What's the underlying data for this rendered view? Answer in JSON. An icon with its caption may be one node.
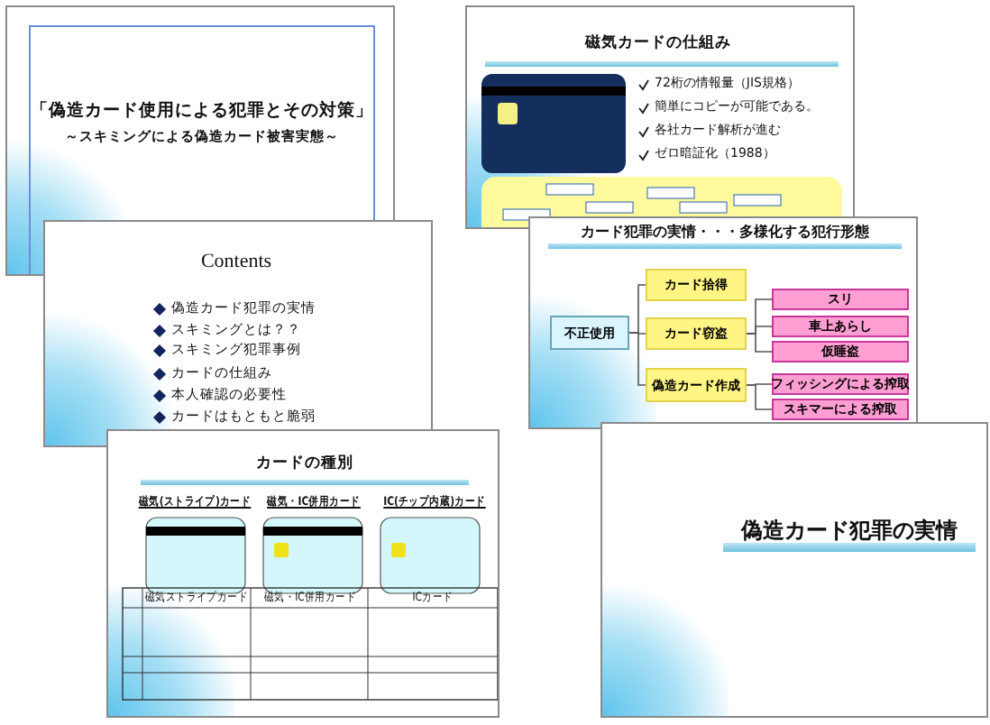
{
  "diagram": {
    "nodes": [
      {
        "text": [
          "不正使用"
        ]
      },
      {
        "text": [
          "カード拾得"
        ]
      },
      {
        "text": [
          "カード窃盗"
        ]
      },
      {
        "text": [
          "偽造カード作成"
        ]
      },
      {
        "text": [
          "スリ"
        ]
      },
      {
        "text": [
          "車上あらし"
        ]
      },
      {
        "text": [
          "仮睡盗"
        ]
      },
      {
        "text": [
          "フィッシングによる搾取"
        ]
      },
      {
        "text": [
          "スキマーによる搾取"
        ]
      }
    ],
    "edges": [
      {
        "from": 0,
        "to": 1,
        "arrow": "none"
      },
      {
        "from": 0,
        "to": 2,
        "arrow": "none"
      },
      {
        "from": 0,
        "to": 3,
        "arrow": "none"
      },
      {
        "from": 2,
        "to": 4,
        "arrow": "none"
      },
      {
        "from": 2,
        "to": 5,
        "arrow": "none"
      },
      {
        "from": 2,
        "to": 6,
        "arrow": "none"
      },
      {
        "from": 3,
        "to": 7,
        "arrow": "none"
      },
      {
        "from": 3,
        "to": 8,
        "arrow": "none"
      }
    ],
    "labels": [
      "「偽造カード使用による犯罪とその対策」",
      "～スキミングによる偽造カード被害実態～",
      "磁気カードの仕組み",
      "72桁の情報量（JIS規格）",
      "簡単にコピーが可能である。",
      "各社カード解析が進む",
      "ゼロ暗証化（1988）",
      "Contents",
      "偽造カード犯罪の実情",
      "スキミングとは？？",
      "スキミング犯罪事例",
      "カードの仕組み",
      "本人確認の必要性",
      "カードはもともと脆弱",
      "カード犯罪の実情・・・多様化する犯行形態",
      "カードの種別",
      "磁気(ストライプ)カード",
      "磁気・IC併用カード",
      "IC(チップ内蔵)カード",
      "磁気ストライプカード",
      "磁気・IC併用カード",
      "ICカード",
      "偽造カード犯罪の実情"
    ]
  }
}
